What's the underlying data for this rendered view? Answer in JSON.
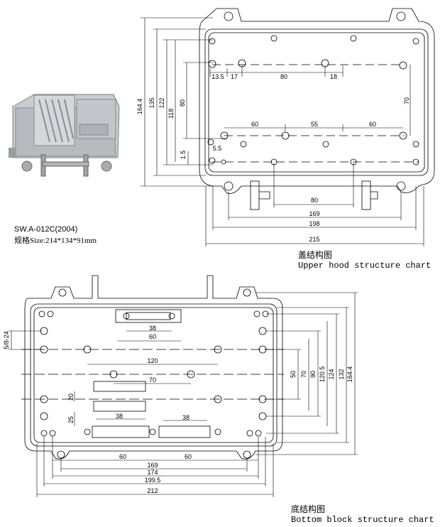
{
  "model": "SW.A-012C(2004)",
  "spec_prefix": "规格",
  "spec": "Size:214*134*91mm",
  "upper": {
    "caption_cn": "盖结构图",
    "caption_en": "Upper hood structure chart",
    "dims": {
      "h164_4": "164.4",
      "h135": "135",
      "h122": "122",
      "h118": "118",
      "h80": "80",
      "h1_5": "1.5",
      "h5_5": "5.5",
      "r13_5": "13.5",
      "r17": "17",
      "r80a": "80",
      "r18": "18",
      "r70": "70",
      "r60a": "60",
      "r55": "55",
      "r60b": "60",
      "b80": "80",
      "b169": "169",
      "b198": "198",
      "b215": "215"
    }
  },
  "bottom": {
    "caption_cn": "底结构图",
    "caption_en": "Bottom block structure chart",
    "dims": {
      "s5_8_24": "5/8-24",
      "t38": "38",
      "t60": "60",
      "m120": "120",
      "m70": "70",
      "l20": "20",
      "l25": "25",
      "b38a": "38",
      "b38b": "38",
      "r50": "50",
      "r70": "70",
      "r90": "90",
      "r120_5": "120.5",
      "r124": "124",
      "r132": "132",
      "r164_4": "164.4",
      "f60a": "60",
      "f60b": "60",
      "f169": "169",
      "f174": "174",
      "f199_5": "199.5",
      "f212": "212"
    }
  }
}
